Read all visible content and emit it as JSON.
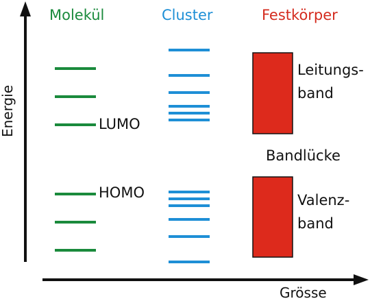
{
  "headings": {
    "molecule": "Molekül",
    "cluster": "Cluster",
    "solid": "Festkörper"
  },
  "axes": {
    "y_label": "Energie",
    "x_label": "Grösse"
  },
  "labels": {
    "lumo": "LUMO",
    "homo": "HOMO",
    "conduction_band_line1": "Leitungs-",
    "conduction_band_line2": "band",
    "band_gap": "Bandlücke",
    "valence_band_line1": "Valenz-",
    "valence_band_line2": "band"
  },
  "colors": {
    "molecule": "#1a8a3c",
    "cluster": "#1e8fd6",
    "solid": "#d42b1e",
    "axis": "#111111"
  },
  "levels": {
    "molecule_count_upper": 3,
    "molecule_count_lower": 3,
    "cluster_count_upper": 6,
    "cluster_count_lower": 6
  }
}
